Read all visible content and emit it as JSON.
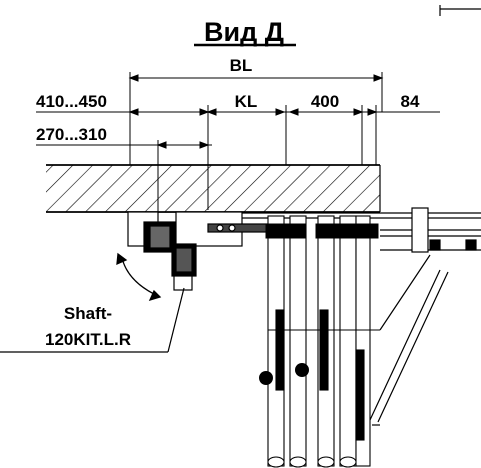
{
  "title": "Вид Д",
  "dimensions": {
    "bl": "BL",
    "range_a": "410...450",
    "kl": "KL",
    "d400": "400",
    "d84": "84",
    "range_b": "270...310"
  },
  "callout": {
    "line1": "Shaft-",
    "line2": "120KIT.L.R"
  }
}
